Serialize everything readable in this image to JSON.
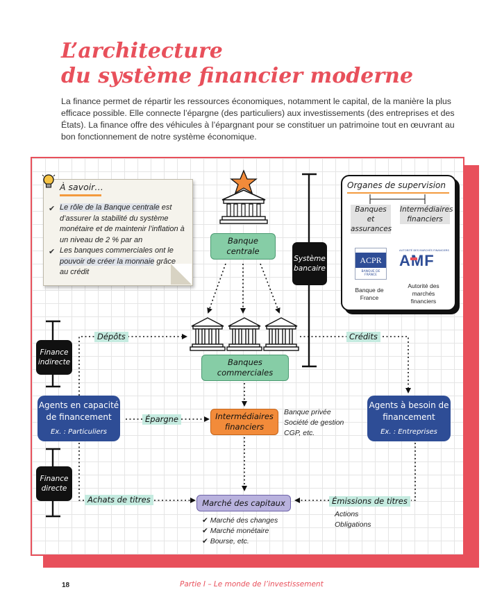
{
  "title": {
    "line1": "L’architecture",
    "line2": "du système financier moderne"
  },
  "intro": "La finance permet de répartir les ressources économiques, notamment le capital, de la manière la plus efficace possible. Elle connecte l’épargne (des particuliers) aux investissements (des entreprises et des États). La finance offre des véhicules à l’épargnant pour se constituer un patrimoine tout en œuvrant au bon fonctionnement de notre système économique.",
  "note": {
    "title": "À savoir…",
    "items": [
      {
        "pre": "",
        "hl": "Le rôle de la Banque centrale",
        "post": " est d’assurer la stabilité du système monétaire et de maintenir l’inflation à un niveau de 2 % par an"
      },
      {
        "pre": "Les banques commerciales ont le ",
        "hl": "pouvoir de créer la monnaie",
        "post": " grâce au crédit"
      }
    ]
  },
  "supervision": {
    "title": "Organes de supervision",
    "col1_label": "Banques et assurances",
    "col2_label": "Intermédiaires financiers",
    "col1_logo": "ACPR",
    "col1_logo_sub": "BANQUE DE FRANCE",
    "col2_logo": "AMF",
    "col2_logo_sub": "AUTORITÉ DES MARCHÉS FINANCIERS",
    "col1_caption": "Banque de France",
    "col2_caption": "Autorité des marchés financiers"
  },
  "nodes": {
    "banque_centrale": "Banque centrale",
    "systeme_bancaire": "Système bancaire",
    "banques_commerciales": "Banques commerciales",
    "finance_indirecte": "Finance indirecte",
    "finance_directe": "Finance directe",
    "agents_capacite": "Agents en capacité de financement",
    "agents_capacite_ex": "Ex. : Particuliers",
    "agents_besoin": "Agents à besoin de financement",
    "agents_besoin_ex": "Ex. : Entreprises",
    "intermediaires": "Intermédiaires financiers",
    "intermediaires_list": [
      "Banque privée",
      "Société de gestion",
      "CGP, etc."
    ],
    "marche": "Marché des capitaux",
    "marche_list": [
      "Marché des changes",
      "Marché monétaire",
      "Bourse, etc."
    ]
  },
  "flows": {
    "depots": "Dépôts",
    "credits": "Crédits",
    "epargne": "Épargne",
    "achats": "Achats de titres",
    "emissions": "Émissions de titres",
    "emissions_list": [
      "Actions",
      "Obligations"
    ]
  },
  "footer": {
    "page": "18",
    "text": "Partie I – Le monde de l’investissement"
  },
  "colors": {
    "accent": "#e8505b",
    "green": "#86cda6",
    "blue": "#2e4d96",
    "orange": "#f28b3a",
    "purple": "#b9b2de",
    "mint": "#c5ebe0"
  }
}
